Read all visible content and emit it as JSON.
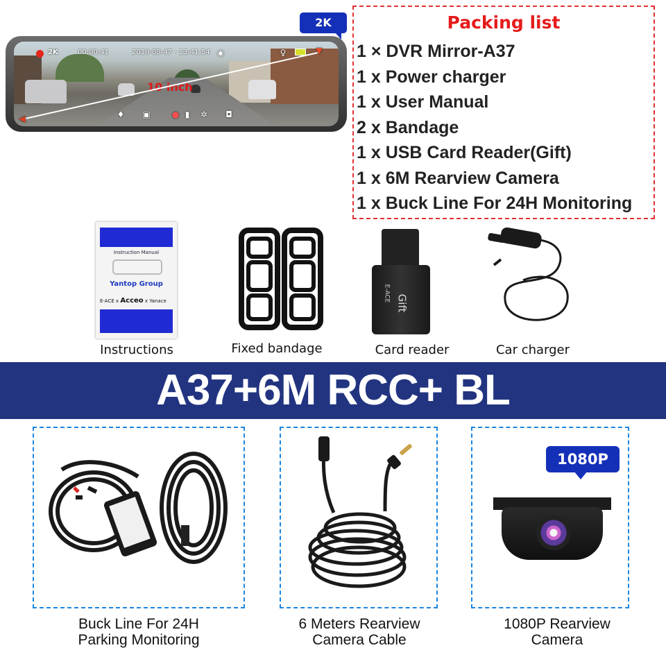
{
  "mirror": {
    "rec_resolution": "2K",
    "rec_time": "00:00:41",
    "datetime": "2019-08-47 · 13:41:54",
    "size_label": "10 inch",
    "resolution_badge": "2K"
  },
  "packing": {
    "title": "Packing list",
    "items": [
      "1 × DVR Mirror-A37",
      "1 x Power charger",
      "1 x User Manual",
      "2 x Bandage",
      "1 x USB Card Reader(Gift)",
      "1 x 6M Rearview Camera",
      "1 x Buck Line For 24H Monitoring"
    ]
  },
  "manual": {
    "heading": "Instruction Manual",
    "company": "Yantop Group",
    "brand_left": "E-ACE",
    "brand_mid": "Acceo",
    "brand_right": "Yanace",
    "separator": "x"
  },
  "card_reader": {
    "print": "Gift",
    "brand": "E-ACE"
  },
  "accessories": {
    "instructions": "Instructions",
    "bandage": "Fixed bandage",
    "card_reader": "Card reader",
    "car_charger": "Car charger"
  },
  "banner": {
    "title": "A37+6M RCC+ BL"
  },
  "bottom": {
    "buck_line": {
      "line1": "Buck Line For 24H",
      "line2": "Parking Monitoring"
    },
    "cable": {
      "line1": "6 Meters Rearview",
      "line2": "Camera Cable"
    },
    "camera": {
      "line1": "1080P Rearview",
      "line2": "Camera",
      "badge": "1080P"
    }
  },
  "colors": {
    "banner": "#223480",
    "badge": "#1530b8",
    "packing_border": "#e23030",
    "packing_title": "#e61b1b",
    "card_border": "#1c86e0",
    "record": "#e5261e"
  },
  "icons": [
    "record-dot-icon",
    "wifi-icon",
    "mic-icon",
    "camera-icon",
    "record-icon",
    "lock-icon",
    "gear-icon",
    "video-icon",
    "battery-icon",
    "back-arrow-icon",
    "down-arrow-icon"
  ]
}
